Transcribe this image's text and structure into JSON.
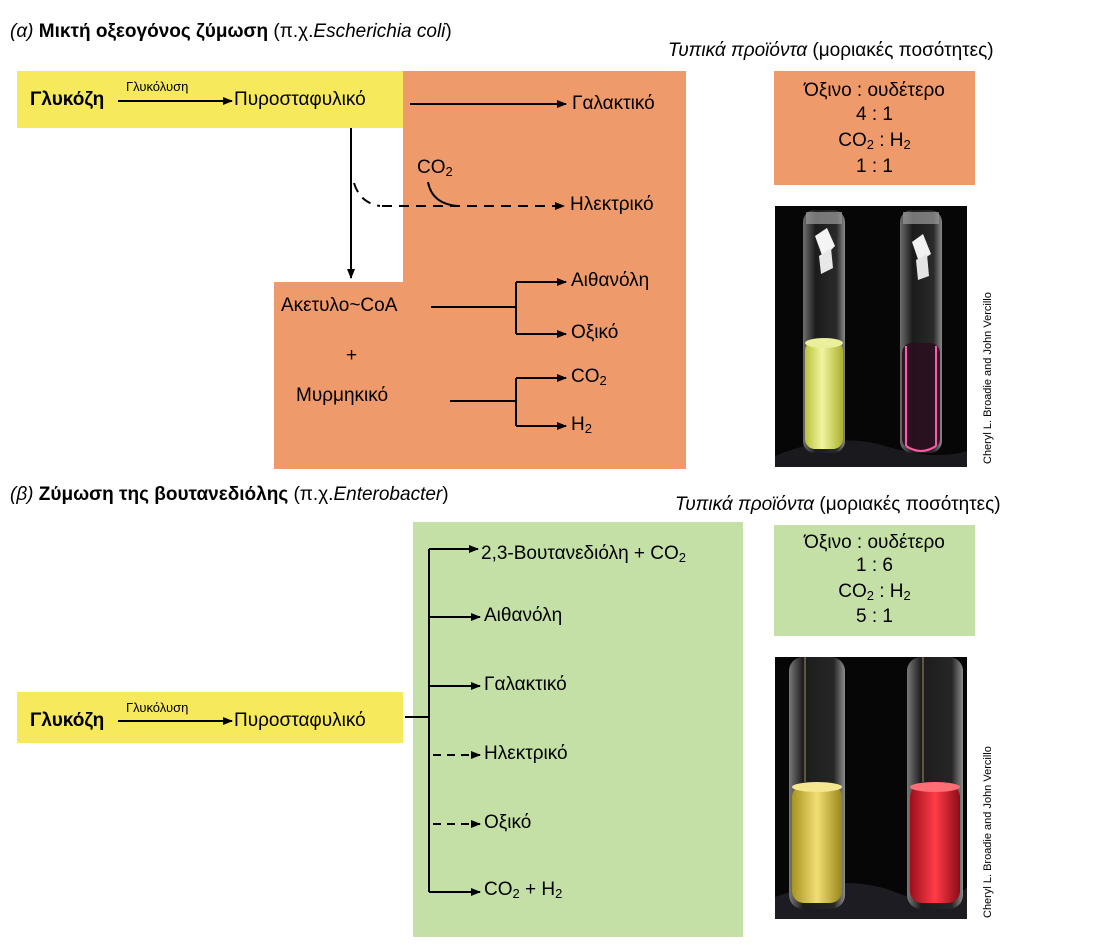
{
  "panel_a": {
    "letter": "(α)",
    "title": "Μικτή οξεογόνος ζύμωση",
    "example_prefix": "(π.χ.",
    "example_species": "Escherichia coli",
    "example_suffix": ")",
    "glucose": "Γλυκόζη",
    "glycolysis": "Γλυκόλυση",
    "pyruvate": "Πυροσταφυλικό",
    "lactate": "Γαλακτικό",
    "co2": "CO",
    "co2_sub": "2",
    "succinate": "Ηλεκτρικό",
    "acetyl_coa": "Ακετυλο~CoA",
    "plus": "+",
    "formate": "Μυρμηκικό",
    "ethanol": "Αιθανόλη",
    "acetate": "Οξικό",
    "out_co2": "CO",
    "out_co2_sub": "2",
    "out_h2": "H",
    "out_h2_sub": "2",
    "products_title_italic": "Τυπικά προϊόντα",
    "products_title_rest": "(μοριακές ποσότητες)",
    "ratio_label1": "Όξινο : ουδέτερο",
    "ratio_value1": "4 : 1",
    "ratio_label2_a": "CO",
    "ratio_label2_sub1": "2",
    "ratio_label2_b": " : H",
    "ratio_label2_sub2": "2",
    "ratio_value2": "1 : 1",
    "photo_credit": "Cheryl L. Broadie and John Vercillo"
  },
  "panel_b": {
    "letter": "(β)",
    "title": "Ζύμωση της βουτανεδιόλης",
    "example_prefix": "(π.χ.",
    "example_species": "Enterobacter",
    "example_suffix": ")",
    "glucose": "Γλυκόζη",
    "glycolysis": "Γλυκόλυση",
    "pyruvate": "Πυροσταφυλικό",
    "butanediol": "2,3-Βουτανεδιόλη + CO",
    "butanediol_sub": "2",
    "ethanol": "Αιθανόλη",
    "lactate": "Γαλακτικό",
    "succinate": "Ηλεκτρικό",
    "acetate": "Οξικό",
    "co2h2_a": "CO",
    "co2h2_sub1": "2",
    "co2h2_b": " + H",
    "co2h2_sub2": "2",
    "products_title_italic": "Τυπικά προϊόντα",
    "products_title_rest": "(μοριακές ποσότητες)",
    "ratio_label1": "Όξινο : ουδέτερο",
    "ratio_value1": "1 : 6",
    "ratio_label2_a": "CO",
    "ratio_label2_sub1": "2",
    "ratio_label2_b": " :  H",
    "ratio_label2_sub2": "2",
    "ratio_value2": "5 : 1",
    "photo_credit": "Cheryl L. Broadie and John Vercillo"
  },
  "colors": {
    "orange": "#ee9a6b",
    "green": "#c5e0a6",
    "yellow": "#f6e95c"
  }
}
